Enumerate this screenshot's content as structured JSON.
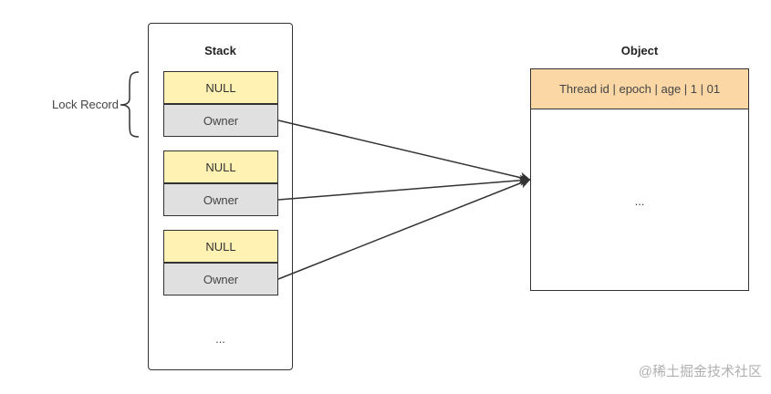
{
  "stack": {
    "title": "Stack",
    "records": [
      {
        "top": "NULL",
        "bottom": "Owner"
      },
      {
        "top": "NULL",
        "bottom": "Owner"
      },
      {
        "top": "NULL",
        "bottom": "Owner"
      }
    ],
    "ellipsis": "..."
  },
  "lock_record_label": "Lock Record",
  "object": {
    "title": "Object",
    "header": "Thread id | epoch |  age | 1 | 01",
    "ellipsis": "..."
  },
  "watermark": "@稀土掘金技术社区",
  "colors": {
    "null_fill": "#fff2b3",
    "owner_fill": "#e0e0e0",
    "object_header_fill": "#fad7a5",
    "stroke": "#333333"
  }
}
